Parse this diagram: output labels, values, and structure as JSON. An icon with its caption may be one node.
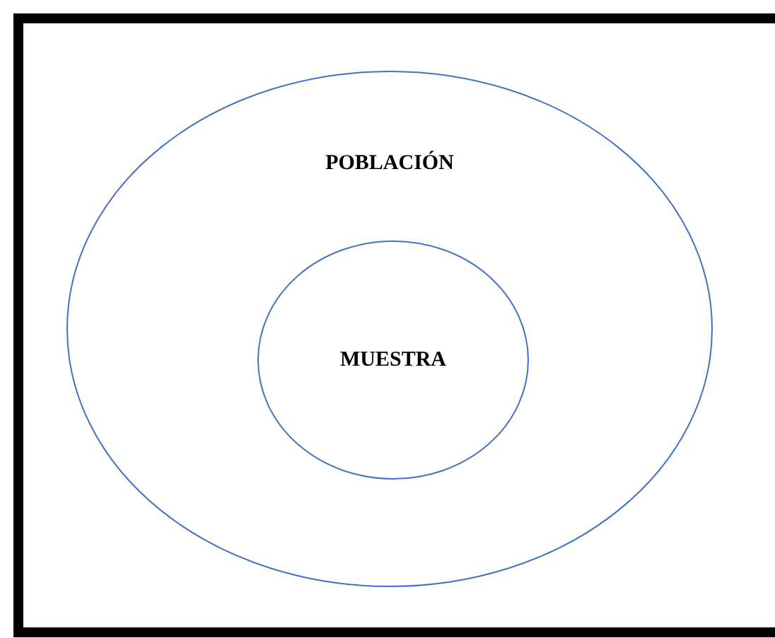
{
  "diagram": {
    "nodes": [
      {
        "text": [
          "POBLACIÓN"
        ]
      },
      {
        "text": [
          "MUESTRA"
        ],
        "in": 0
      }
    ]
  }
}
